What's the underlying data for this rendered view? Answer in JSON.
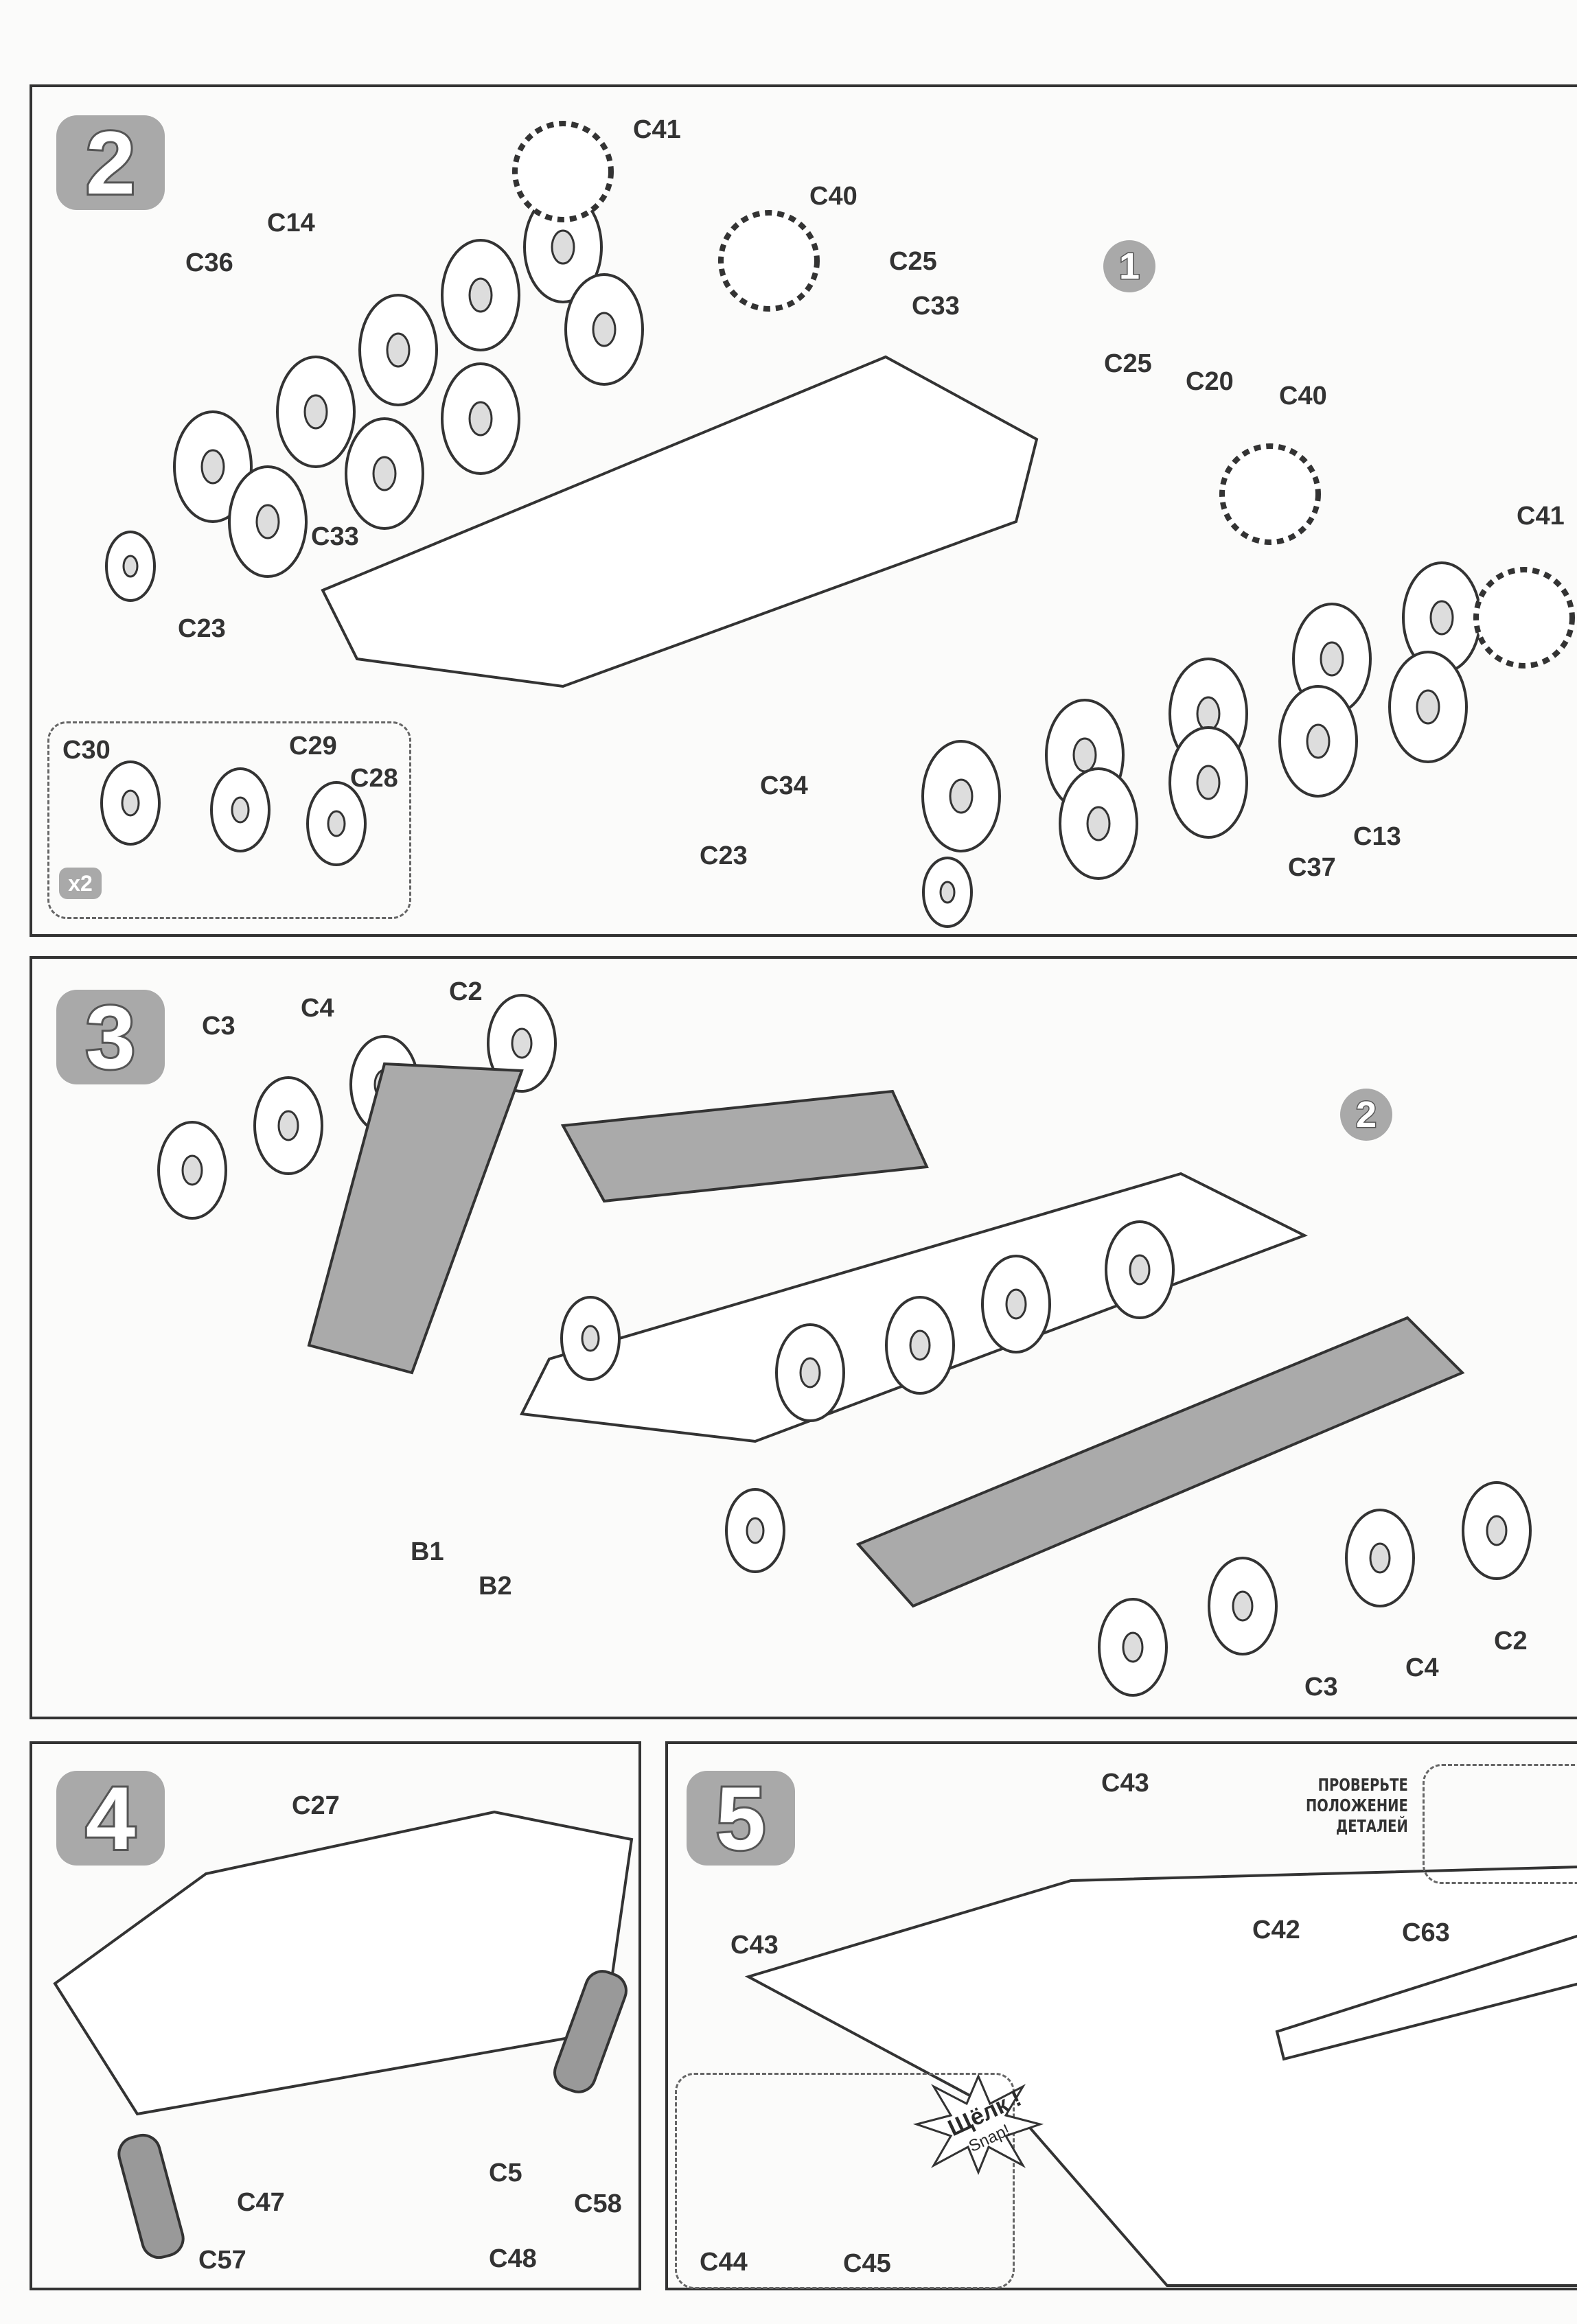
{
  "steps": {
    "step2": {
      "number": "2",
      "ref_badge": "1",
      "multiplier": "x2",
      "labels": [
        "C41",
        "C40",
        "C14",
        "C36",
        "C25",
        "C33",
        "C25",
        "C20",
        "C40",
        "C41",
        "C33",
        "C23",
        "C30",
        "C29",
        "C28",
        "C34",
        "C23",
        "C13",
        "C37"
      ]
    },
    "step3": {
      "number": "3",
      "ref_badge": "2",
      "labels": [
        "C3",
        "C4",
        "C2",
        "B1",
        "B2",
        "C3",
        "C4",
        "C2"
      ]
    },
    "step4": {
      "number": "4",
      "labels": [
        "C27",
        "C5",
        "C58",
        "C47",
        "C48",
        "C57"
      ]
    },
    "step5": {
      "number": "5",
      "warning": [
        "ПРОВЕРЬТЕ",
        "ПОЛОЖЕНИЕ",
        "ДЕТАЛЕЙ"
      ],
      "snap_ru": "Щёлк !",
      "snap_en": "Snap!",
      "labels": [
        "C43",
        "C43",
        "C42",
        "C63",
        "C44",
        "C45"
      ]
    }
  },
  "colors": {
    "badge": "#a9a9a9",
    "line": "#333333"
  }
}
